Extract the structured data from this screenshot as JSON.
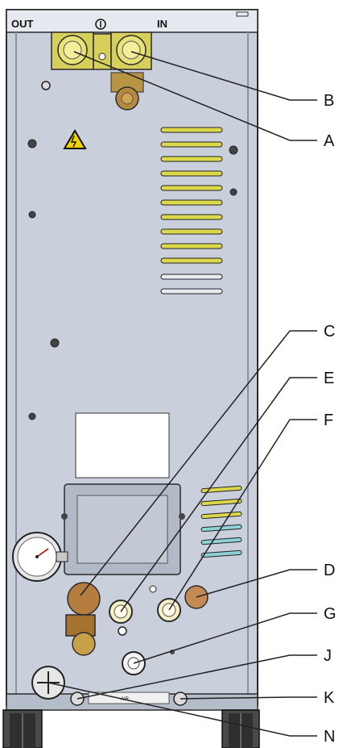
{
  "plate": {
    "out_label": "OUT",
    "in_label": "IN",
    "air_label": "AIR"
  },
  "callouts": [
    "A",
    "B",
    "C",
    "D",
    "E",
    "F",
    "G",
    "J",
    "K",
    "N"
  ]
}
